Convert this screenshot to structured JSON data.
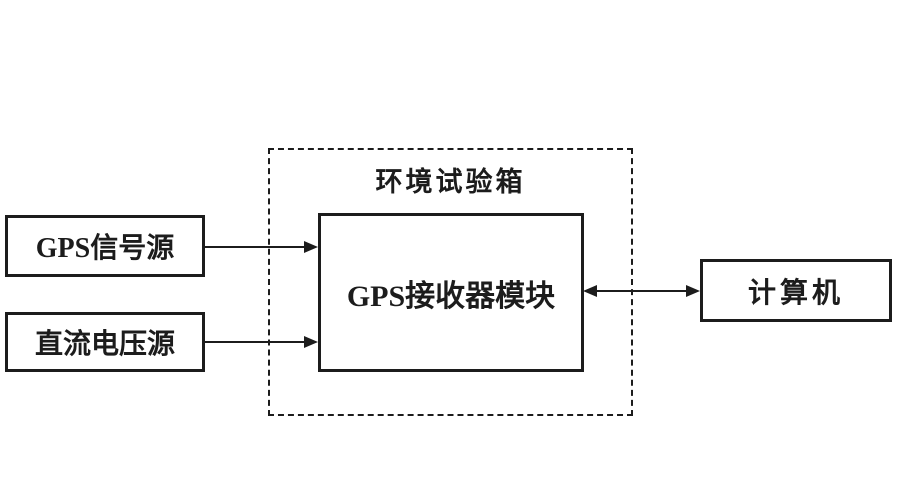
{
  "diagram": {
    "chamber": {
      "label": "环境试验箱",
      "border_style": "dashed"
    },
    "nodes": {
      "gps_signal_source": {
        "label": "GPS信号源"
      },
      "dc_voltage_source": {
        "label": "直流电压源"
      },
      "gps_receiver_module": {
        "label": "GPS接收器模块"
      },
      "computer": {
        "label": "计算机"
      }
    },
    "edges": [
      {
        "from": "GPS信号源",
        "to": "GPS接收器模块",
        "direction": "one-way"
      },
      {
        "from": "直流电压源",
        "to": "GPS接收器模块",
        "direction": "one-way"
      },
      {
        "from": "GPS接收器模块",
        "to": "计算机",
        "direction": "two-way"
      }
    ],
    "colors": {
      "line": "#1c1c1c",
      "background": "#ffffff"
    }
  }
}
